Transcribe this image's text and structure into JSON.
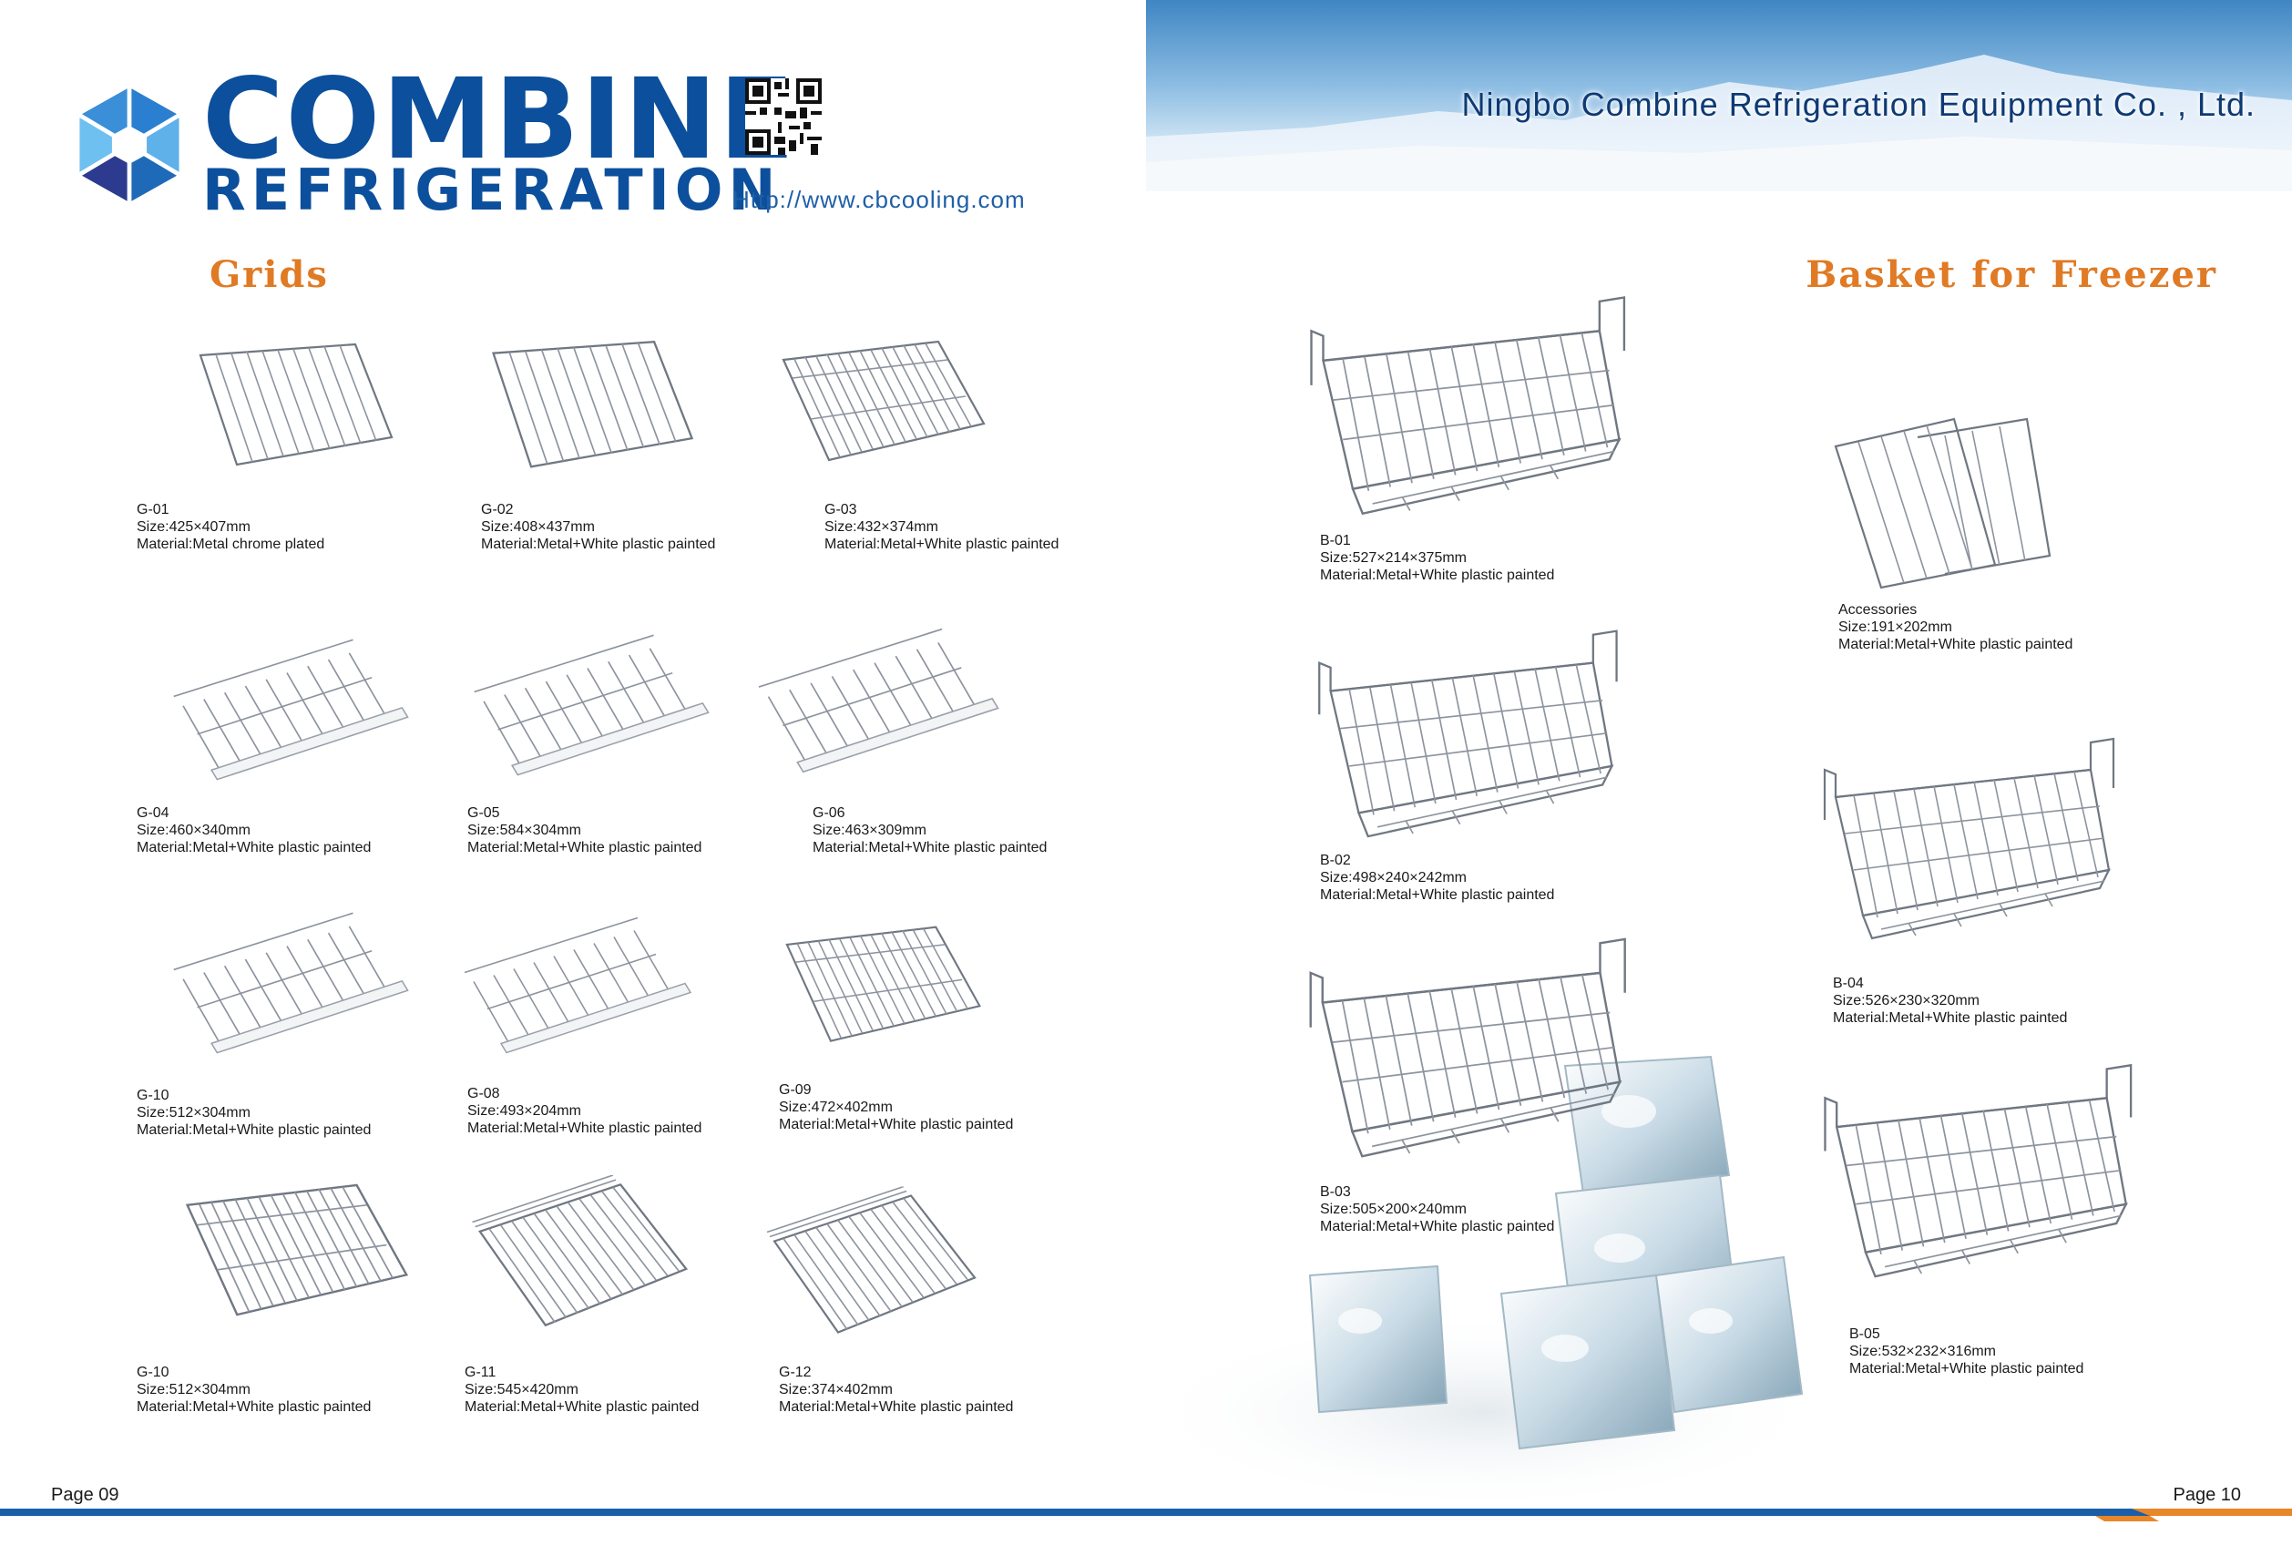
{
  "brand": {
    "name_line1": "COMBINE",
    "name_line2": "REFRIGERATION",
    "website": "Http://www.cbcooling.com",
    "company": "Ningbo Combine Refrigeration Equipment Co. , Ltd."
  },
  "sections": {
    "left_title": "Grids",
    "right_title": "Basket for Freezer"
  },
  "grids": [
    {
      "code": "G-01",
      "size": "Size:425×407mm",
      "material": "Material:Metal chrome plated"
    },
    {
      "code": "G-02",
      "size": "Size:408×437mm",
      "material": "Material:Metal+White plastic painted"
    },
    {
      "code": "G-03",
      "size": "Size:432×374mm",
      "material": "Material:Metal+White plastic painted"
    },
    {
      "code": "G-04",
      "size": "Size:460×340mm",
      "material": "Material:Metal+White plastic painted"
    },
    {
      "code": "G-05",
      "size": "Size:584×304mm",
      "material": "Material:Metal+White plastic painted"
    },
    {
      "code": "G-06",
      "size": "Size:463×309mm",
      "material": "Material:Metal+White plastic painted"
    },
    {
      "code": "G-10",
      "size": "Size:512×304mm",
      "material": "Material:Metal+White plastic painted"
    },
    {
      "code": "G-08",
      "size": "Size:493×204mm",
      "material": "Material:Metal+White plastic painted"
    },
    {
      "code": "G-09",
      "size": "Size:472×402mm",
      "material": "Material:Metal+White plastic painted"
    },
    {
      "code": "G-10",
      "size": "Size:512×304mm",
      "material": "Material:Metal+White plastic painted"
    },
    {
      "code": "G-11",
      "size": "Size:545×420mm",
      "material": "Material:Metal+White plastic painted"
    },
    {
      "code": "G-12",
      "size": "Size:374×402mm",
      "material": "Material:Metal+White plastic painted"
    }
  ],
  "baskets": [
    {
      "code": "B-01",
      "size": "Size:527×214×375mm",
      "material": "Material:Metal+White plastic painted"
    },
    {
      "code": "Accessories",
      "size": "Size:191×202mm",
      "material": "Material:Metal+White plastic painted"
    },
    {
      "code": "B-02",
      "size": "Size:498×240×242mm",
      "material": "Material:Metal+White plastic painted"
    },
    {
      "code": "B-04",
      "size": "Size:526×230×320mm",
      "material": "Material:Metal+White plastic painted"
    },
    {
      "code": "B-03",
      "size": "Size:505×200×240mm",
      "material": "Material:Metal+White plastic painted"
    },
    {
      "code": "B-05",
      "size": "Size:532×232×316mm",
      "material": "Material:Metal+White plastic painted"
    }
  ],
  "footer": {
    "left_page": "Page 09",
    "right_page": "Page 10"
  },
  "colors": {
    "brand_blue": "#0c4f9c",
    "title_orange": "#e07a24",
    "footer_blue": "#1a5ea8",
    "footer_orange": "#e8862a"
  }
}
